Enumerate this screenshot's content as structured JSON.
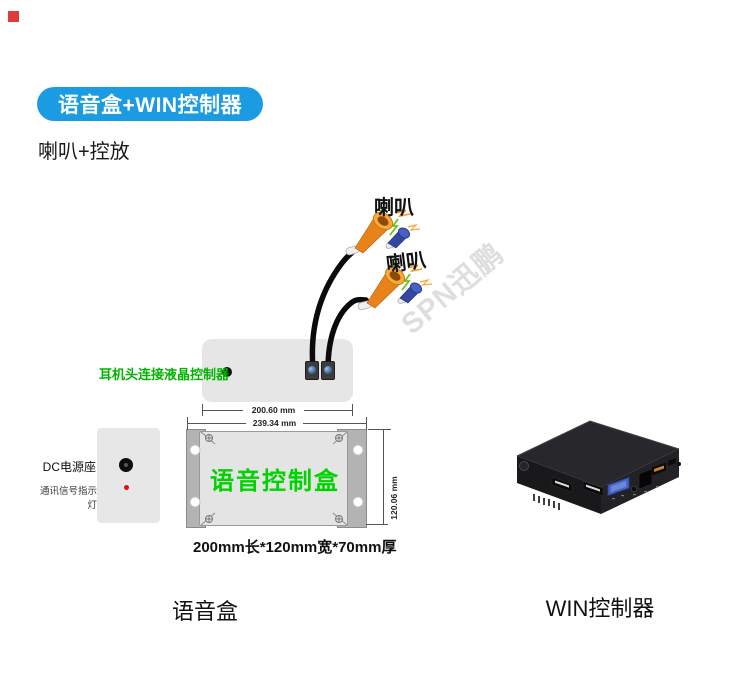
{
  "marker": {
    "color": "#e03a3a"
  },
  "header": {
    "badge_label": "语音盒+WIN控制器",
    "badge_bg": "#1b9ce2",
    "subtitle": "喇叭+控放"
  },
  "scene": {
    "speaker_top_label": "喇叭",
    "speaker_bottom_label": "喇叭",
    "watermark_text": "SPN迅鹏",
    "note_label": "耳机头连接液晶控制器",
    "note_color": "#00b400",
    "cable_color": "#0b0b0b"
  },
  "drawing": {
    "inner_width": "200.60 mm",
    "outer_width": "239.34 mm",
    "height": "120.06 mm",
    "title": "语音控制盒",
    "title_color": "#00d300",
    "size_caption": "200mm长*120mm宽*70mm厚"
  },
  "side_panel": {
    "dc_label": "DC电源座",
    "signal_label": "通讯信号指示灯"
  },
  "footer": {
    "left_label": "语音盒",
    "right_label": "WIN控制器"
  },
  "icons": {
    "speaker": "megaphone-icon",
    "controller": "mini-pc-image"
  }
}
